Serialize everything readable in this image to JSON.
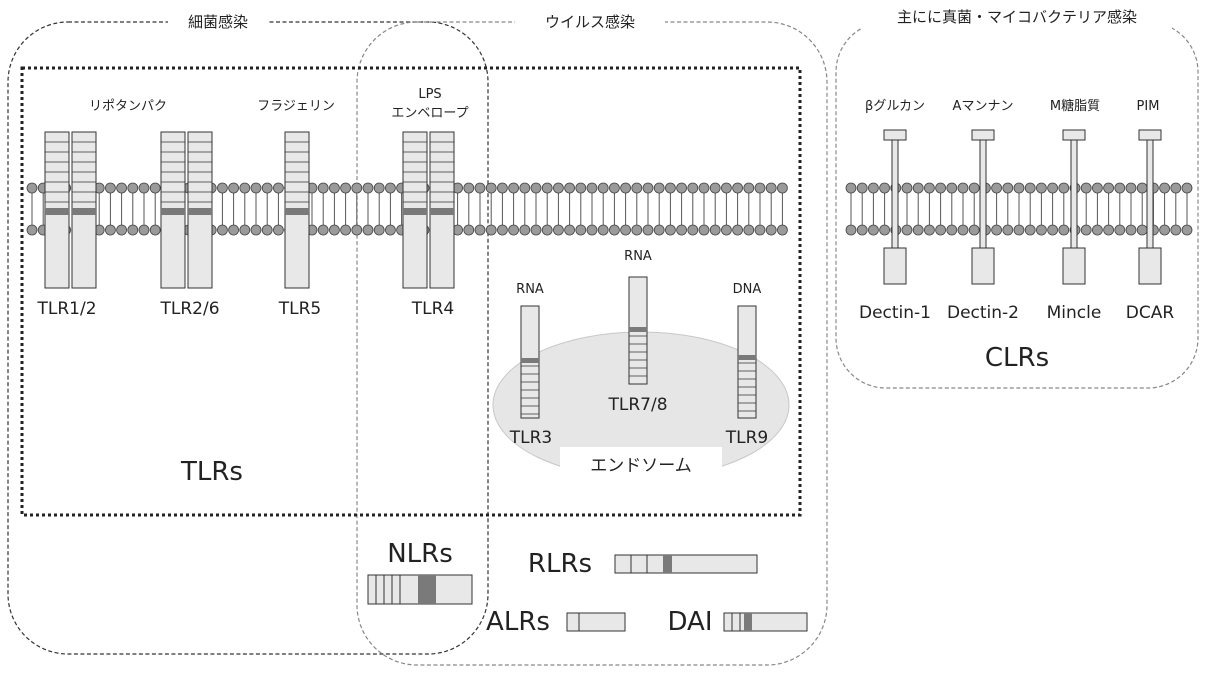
{
  "regions": {
    "bacterial": "細菌感染",
    "viral": "ウイルス感染",
    "fungal": "主にに真菌・マイコバクテリア感染"
  },
  "tlr": {
    "group_label": "TLRs",
    "ligands": {
      "lipoprotein": "リポタンパク",
      "flagellin": "フラジェリン",
      "lps_line1": "LPS",
      "lps_line2": "エンベロープ",
      "rna_left": "RNA",
      "rna_center": "RNA",
      "dna": "DNA"
    },
    "receptors": {
      "tlr1_2": "TLR1/2",
      "tlr2_6": "TLR2/6",
      "tlr5": "TLR5",
      "tlr4": "TLR4",
      "tlr3": "TLR3",
      "tlr7_8": "TLR7/8",
      "tlr9": "TLR9"
    },
    "endosome": "エンドソーム"
  },
  "clr": {
    "group_label": "CLRs",
    "ligands": {
      "beta_glucan": "βグルカン",
      "a_mannan": "Aマンナン",
      "m_glycolipid": "M糖脂質",
      "pim": "PIM"
    },
    "receptors": {
      "dectin1": "Dectin-1",
      "dectin2": "Dectin-2",
      "mincle": "Mincle",
      "dcar": "DCAR"
    }
  },
  "cytosolic": {
    "nlrs": "NLRs",
    "rlrs": "RLRs",
    "alrs": "ALRs",
    "dai": "DAI"
  },
  "colors": {
    "line": "#333333",
    "receptor_fill": "#e8e8e8",
    "dark_band": "#7a7a7a",
    "endosome_fill": "#e6e6e6",
    "lipid_head": "#9a9a9a"
  }
}
